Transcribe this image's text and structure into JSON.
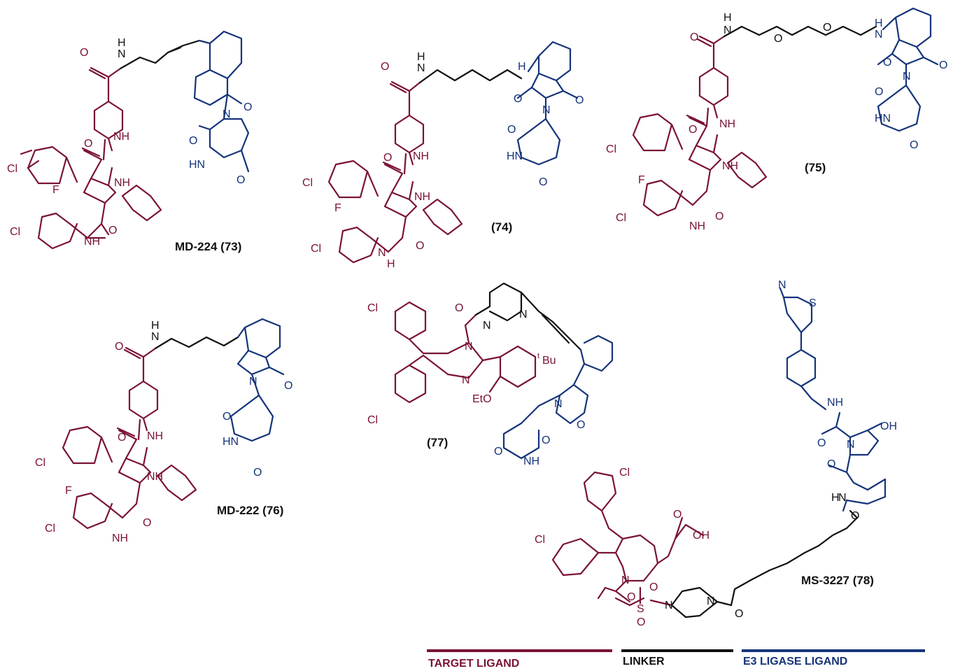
{
  "compounds": [
    {
      "id": "c73",
      "label": "MD-224 (73)"
    },
    {
      "id": "c74",
      "label": "(74)"
    },
    {
      "id": "c75",
      "label": "(75)"
    },
    {
      "id": "c76",
      "label": "MD-222 (76)"
    },
    {
      "id": "c77",
      "label": "(77)"
    },
    {
      "id": "c78",
      "label": "MS-3227 (78)"
    }
  ],
  "atoms": {
    "cl": "Cl",
    "f": "F",
    "nh": "NH",
    "hn": "HN",
    "n": "N",
    "h": "H",
    "o": "O",
    "oh": "OH",
    "s": "S",
    "eto": "EtO",
    "tbu": "Bu",
    "t": "t",
    "n_top": "N",
    "h_low": "H"
  },
  "legend": [
    {
      "label": "TARGET LIGAND",
      "color": "#7a1238"
    },
    {
      "label": "LINKER",
      "color": "#111111"
    },
    {
      "label": "E3 LIGASE LIGAND",
      "color": "#15347a"
    }
  ]
}
